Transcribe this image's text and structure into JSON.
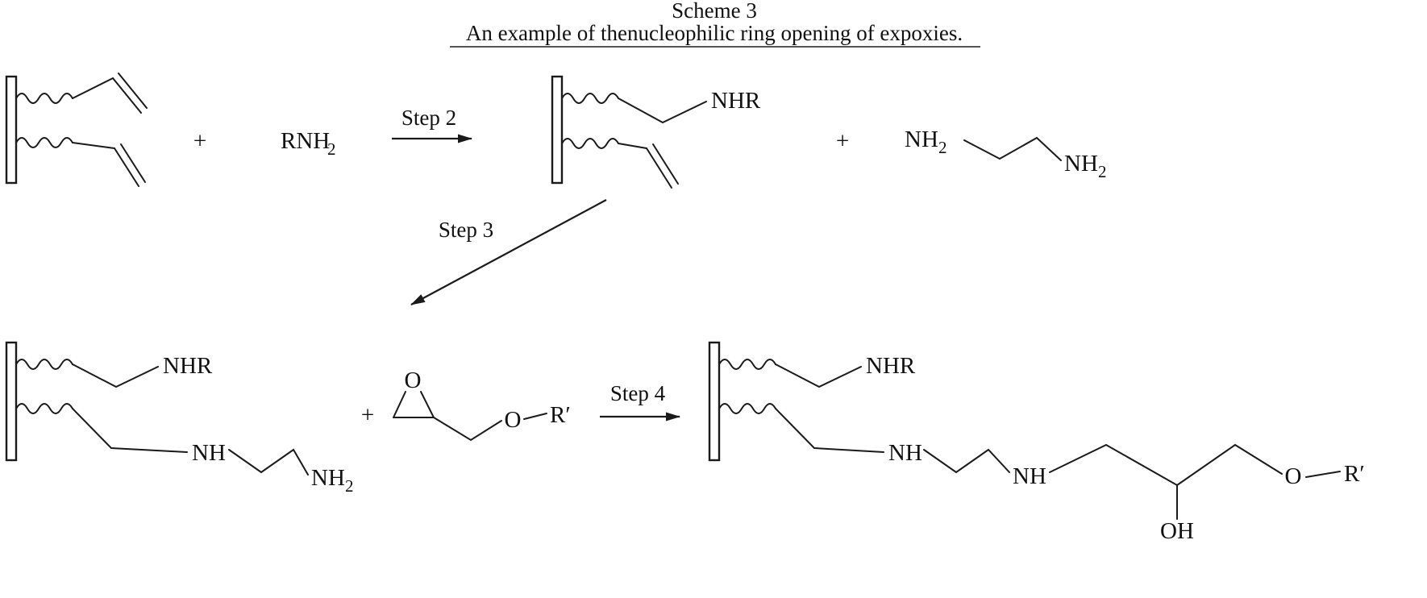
{
  "title": {
    "scheme": "Scheme 3",
    "caption": "An example of thenucleophilic ring opening of expoxies."
  },
  "steps": {
    "step2": "Step 2",
    "step3": "Step 3",
    "step4": "Step 4"
  },
  "labels": {
    "plus": "+",
    "rnh": "RNH",
    "sub_two": "2",
    "nhr": "NHR",
    "nh": "NH",
    "oxygen": "O",
    "r_prime": "R′",
    "hydroxyl": "OH"
  },
  "colors": {
    "ink": "#1a1a1a",
    "background": "#ffffff"
  }
}
